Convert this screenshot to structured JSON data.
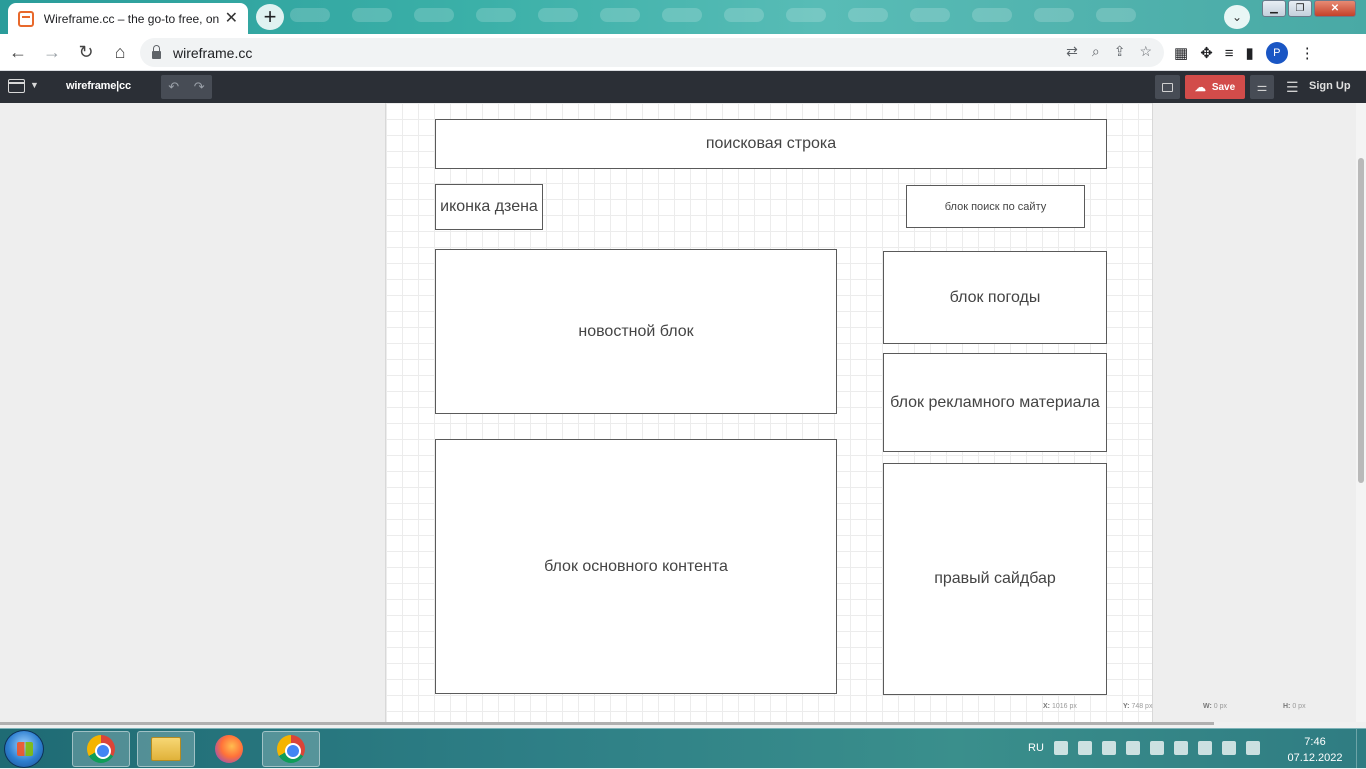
{
  "browser": {
    "tab_title": "Wireframe.cc – the go-to free, online wireframe tool",
    "tab_close": "✕",
    "new_tab": "+",
    "url": "wireframe.cc",
    "profile_initial": "P"
  },
  "app": {
    "logo": "wireframe|cc",
    "undo": "↶",
    "redo": "↷",
    "save_label": "Save",
    "menu_icon": "☰",
    "signup_label": "Sign Up"
  },
  "wireframe": {
    "search_bar": "поисковая строка",
    "zen_icon": "иконка дзена",
    "site_search": "блок поиск по сайту",
    "news_block": "новостной блок",
    "weather_block": "блок погоды",
    "ad_block": "блок рекламного материала",
    "main_content": "блок основного контента",
    "right_sidebar": "правый сайдбар"
  },
  "status": {
    "x_label": "X:",
    "x_value": "1016 px",
    "y_label": "Y:",
    "y_value": "748 px",
    "w_label": "W:",
    "w_value": "0 px",
    "h_label": "H:",
    "h_value": "0 px"
  },
  "taskbar": {
    "language": "RU",
    "time": "7:46",
    "date": "07.12.2022"
  }
}
